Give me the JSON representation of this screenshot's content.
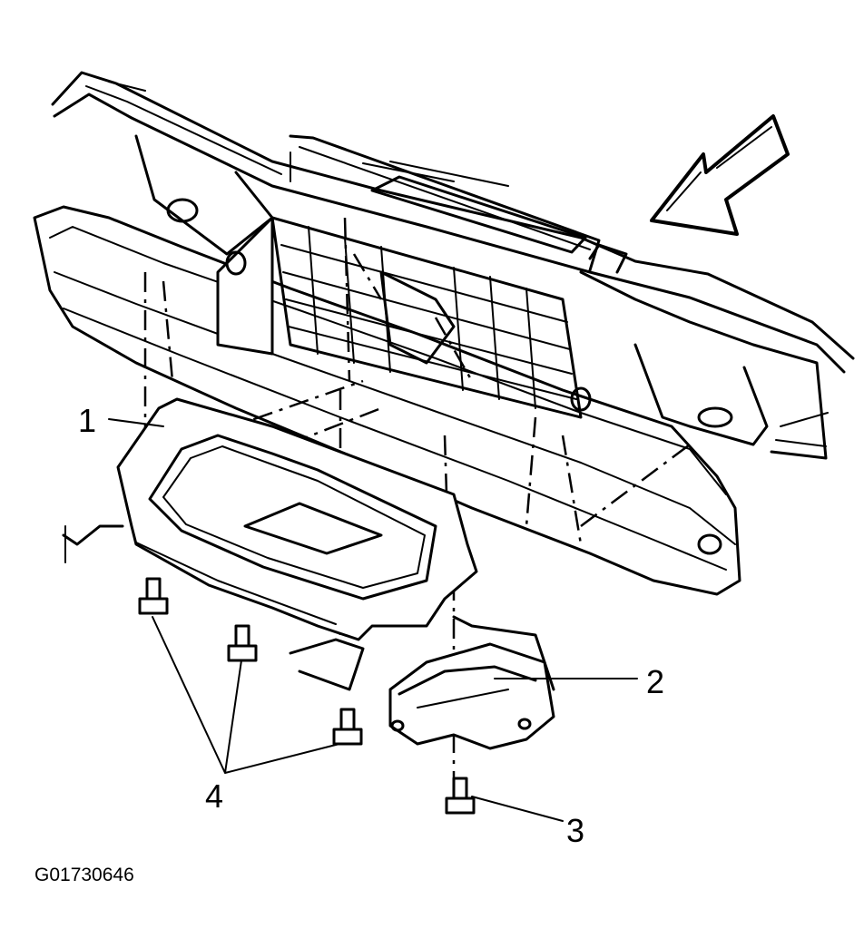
{
  "callouts": {
    "c1": "1",
    "c2": "2",
    "c3": "3",
    "c4": "4"
  },
  "figure_id": "G01730646",
  "icons": {
    "direction_arrow": "front-direction-arrow-icon",
    "bolt": "bolt-icon"
  }
}
